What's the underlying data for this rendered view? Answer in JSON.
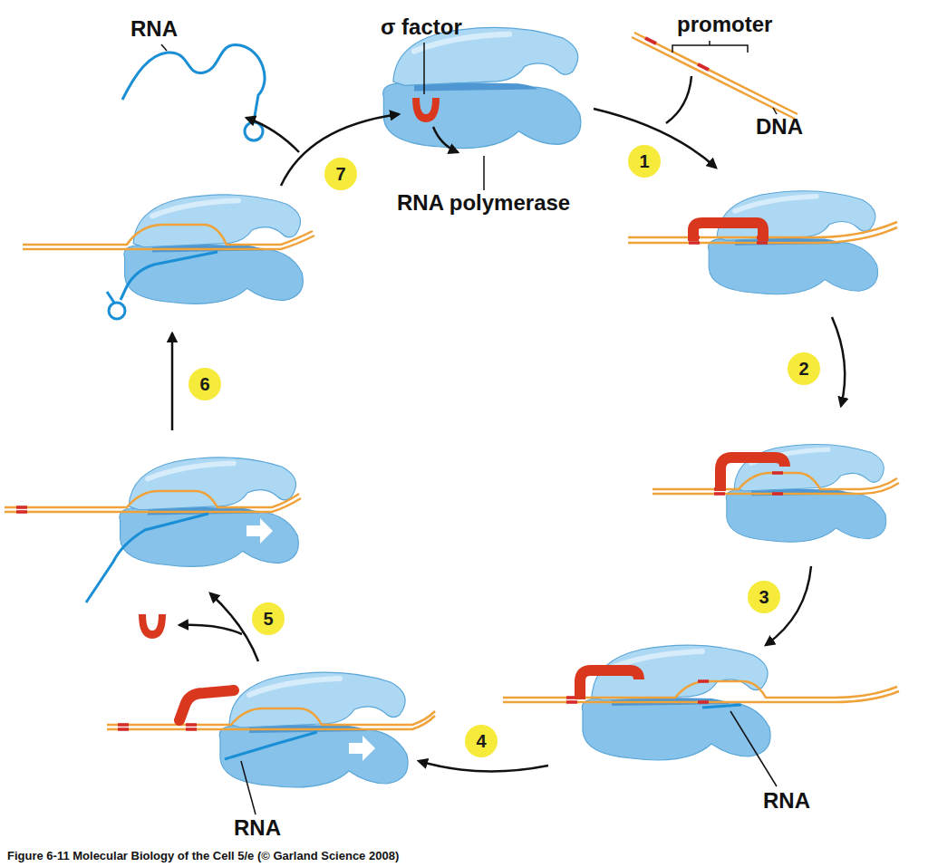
{
  "diagram": {
    "caption": "Figure 6-11 Molecular Biology of the Cell 5/e (© Garland Science 2008)",
    "nodes": [
      {
        "text": [
          "1"
        ]
      },
      {
        "text": [
          "2"
        ]
      },
      {
        "text": [
          "3"
        ]
      },
      {
        "text": [
          "4"
        ]
      },
      {
        "text": [
          "5"
        ]
      },
      {
        "text": [
          "6"
        ]
      },
      {
        "text": [
          "7"
        ]
      }
    ],
    "labels": [
      "RNA",
      "σ factor",
      "promoter",
      "DNA",
      "RNA polymerase",
      "RNA",
      "RNA"
    ]
  }
}
